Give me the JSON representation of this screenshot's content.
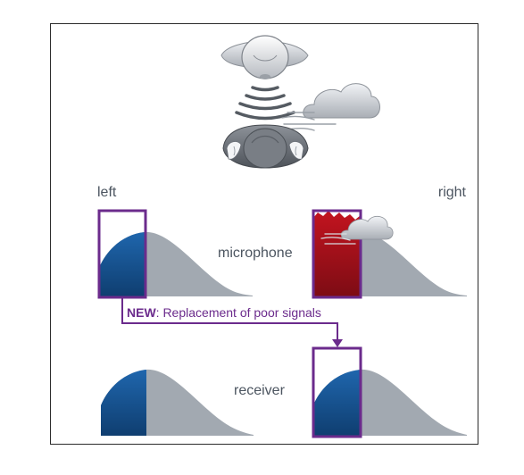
{
  "labels": {
    "left": "left",
    "right": "right",
    "microphone": "microphone",
    "receiver": "receiver"
  },
  "callout": {
    "emphasis": "NEW",
    "text": ": Replacement of poor signals"
  },
  "icons": {
    "top_head": "head-top-view-icon",
    "bottom_head": "head-with-hearing-aids-icon",
    "sound_waves": "sound-waves-icon",
    "cloud": "wind-cloud-icon"
  },
  "colors": {
    "curve_gray": "#a2a9b1",
    "signal_blue": "#1a5592",
    "signal_red": "#a3121d",
    "highlight_purple": "#6b2b8c",
    "label_text": "#4c5560",
    "frame_border": "#2b2b2b"
  }
}
